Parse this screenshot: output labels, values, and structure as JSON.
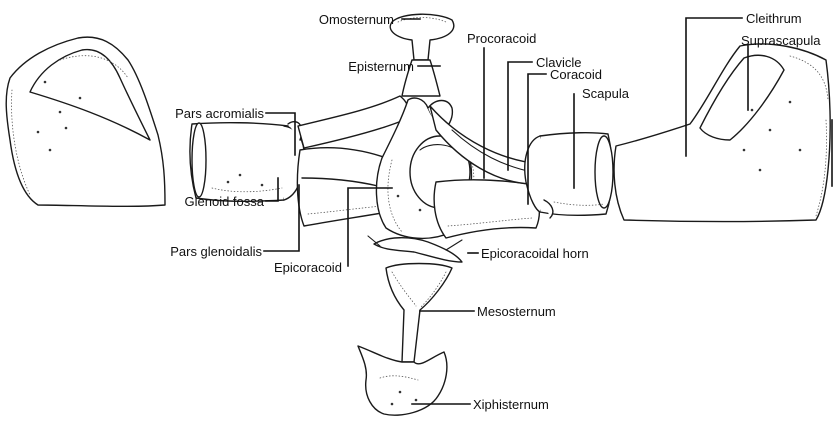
{
  "labels": {
    "omosternum": "Omosternum",
    "episternum": "Episternum",
    "procoracoid": "Procoracoid",
    "clavicle": "Clavicle",
    "coracoid": "Coracoid",
    "scapula": "Scapula",
    "cleithrum": "Cleithrum",
    "suprascapula": "Suprascapula",
    "pars_acromialis": "Pars acromialis",
    "glenoid_fossa": "Glenoid fossa",
    "pars_glenoidalis": "Pars glenoidalis",
    "epicoracoid": "Epicoracoid",
    "epicoracoidal_horn": "Epicoracoidal horn",
    "mesosternum": "Mesosternum",
    "xiphisternum": "Xiphisternum"
  }
}
